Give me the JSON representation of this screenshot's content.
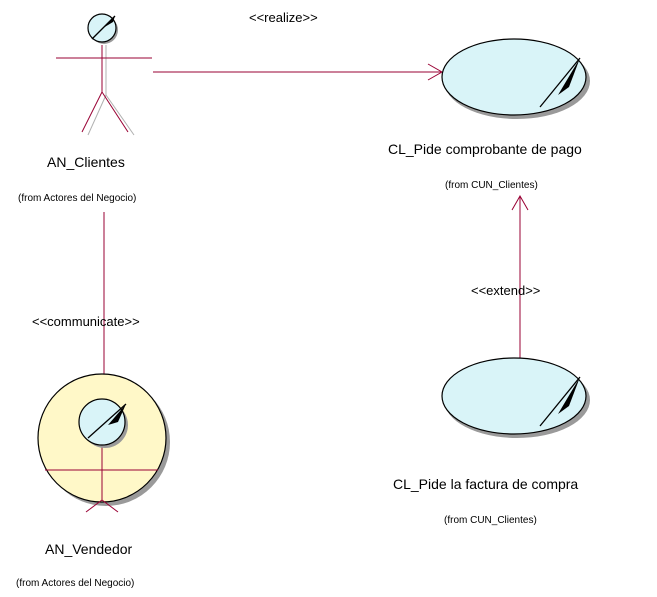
{
  "diagram": {
    "elements": {
      "actor_clientes": {
        "name": "AN_Clientes",
        "from": "(from Actores del Negocio)"
      },
      "actor_vendedor": {
        "name": "AN_Vendedor",
        "from": "(from Actores del Negocio)"
      },
      "uc_comprobante": {
        "name": "CL_Pide comprobante de pago",
        "from": "(from CUN_Clientes)"
      },
      "uc_factura": {
        "name": "CL_Pide la factura de compra",
        "from": "(from CUN_Clientes)"
      }
    },
    "relations": {
      "realize": "<<realize>>",
      "extend": "<<extend>>",
      "communicate": "<<communicate>>"
    },
    "colors": {
      "line": "#990033",
      "usecase_fill": "#d9f4f8",
      "worker_fill": "#fff8c8",
      "outline": "#000000",
      "shadow": "#9a9a9a"
    }
  }
}
